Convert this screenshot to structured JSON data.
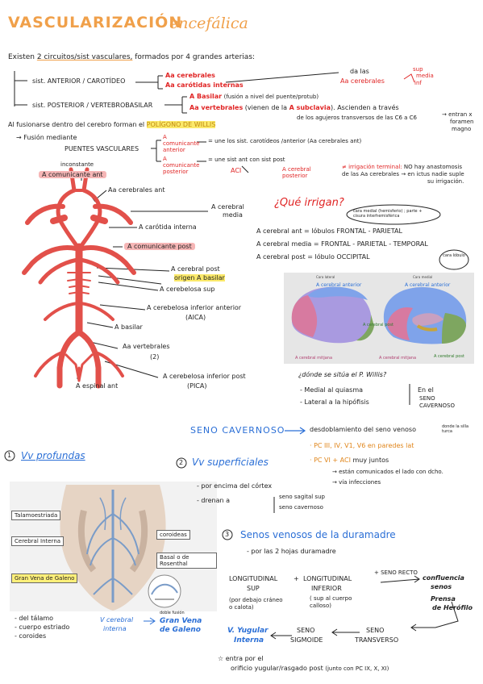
{
  "title": {
    "part1": "VASCULARIZACIÓN",
    "part2": "encefálica"
  },
  "intro": {
    "existen": "Existen",
    "circuits": "2 circuitos/sist vasculares,",
    "rest": "formados por 4 grandes arterias:"
  },
  "anterior": {
    "label": "sist. ANTERIOR / CAROTÍDEO",
    "red1": "Aa cerebrales",
    "red2": "Aa carótidas internas",
    "dalas": "da las",
    "aacer": "Aa cerebrales",
    "sup": "sup",
    "media": "media",
    "inf": "inf"
  },
  "posterior": {
    "label": "sist. POSTERIOR / VERTEBROBASILAR",
    "a_basilar": "A Basilar",
    "basilar_note": "(fusión a nivel del puente/protub)",
    "aa_vert": "Aa vertebrales",
    "vert_note1": "(vienen de la",
    "vert_note2": "A subclavia",
    "vert_note3": "). Ascienden a través",
    "vert_note4": "de los agujeros transversos de las C6 a C6",
    "entran": "→ entran x",
    "foramen": "foramen",
    "magno": "magno"
  },
  "willis": {
    "line1a": "Al fusionarse dentro del cerebro forman el",
    "poligono": "POLÍGONO DE WILLIS",
    "fusion": "→ Fusión mediante",
    "puentes": "PUENTES VASCULARES",
    "comunic_ant": "A comunicante anterior",
    "comunic_ant_txt": "= une los sist. carotídeos /anterior (Aa cerebrales ant)",
    "comunic_post": "A comunicante posterior",
    "comunic_post_txt": "= une sist ant con sist post",
    "aci": "ACI",
    "acp": "A cerebral posterior",
    "irrig1": "≠ irrigación terminal:",
    "irrig2": "NO hay anastomosis",
    "irrig3": "de las Aa cerebrales",
    "irrig4": "→ en ictus nadie suple",
    "irrig5": "su irrigación."
  },
  "diagram_labels": {
    "inconstante": "inconstante",
    "com_ant": "A comunicante ant",
    "cer_ant": "Aa cerebrales ant",
    "cer_media1": "A cerebral",
    "cer_media2": "media",
    "carotida": "A carótida interna",
    "com_post": "A comunicante post",
    "cer_post": "A cerebral post",
    "origen": "origen A basilar",
    "cerebelosa_sup": "A cerebelosa sup",
    "aica1": "A cerebelosa inferior anterior",
    "aica2": "(AICA)",
    "basilar": "A basilar",
    "vert1": "Aa vertebrales",
    "vert2": "(2)",
    "pica1": "A cerebelosa inferior post",
    "pica2": "(PICA)",
    "espinal": "A espinal ant"
  },
  "irrigan": {
    "question": "¿Qué irrigan?",
    "bubble": "cara medial (hemisferio) ; parte + cisura interhemisférica",
    "b1": "A cerebral ant = lóbulos FRONTAL - PARIETAL",
    "b2": "A cerebral media = FRONTAL - PARIETAL - TEMPORAL",
    "b3": "A cerebral post = lóbulo OCCIPITAL",
    "cara_lobulo": "cara lóbulo"
  },
  "brain": {
    "cara_lateral": "Cara lateral",
    "cara_medial": "Cara medial",
    "cer_anterior": "A cerebral anterior",
    "cer_anterior2": "A cerebral anterior",
    "cer_post": "A cerebral post",
    "media1": "A cerebral mitjana",
    "media2": "A cerebral mitjana",
    "cer_post2": "A cerebral post"
  },
  "donde": {
    "question": "¿dónde se sitúa el P. Willis?",
    "l1": "- Medial al quiasma",
    "l2": "- Lateral a la hipófisis",
    "r1": "En el",
    "r2": "SENO",
    "r3": "CAVERNOSO"
  },
  "seno": {
    "title": "SENO CAVERNOSO",
    "desc": "desdoblamiento del seno venoso",
    "donde": "donde la silla turca",
    "pc1": "· PC III, IV, V1, V6 en paredes lat",
    "pc2a": "· PC VI + ACI",
    "pc2b": "muy juntos",
    "note1": "→ están comunicados el lado con dcho.",
    "note2": "→ vía infecciones"
  },
  "vv_prof": {
    "num": "1",
    "title": "Vv profundas",
    "box1": "Talamoestriada",
    "box2": "Cerebral Interna",
    "box3": "Gran Vena de Galeno",
    "box4": "coroideas",
    "box5": "Basal o de Rosenthal",
    "d1": "- del tálamo",
    "d2": "- cuerpo estriado",
    "d3": "- coroides",
    "vci1": "V cerebral",
    "vci2": "interna",
    "dobl": "doble fusión",
    "galeno1": "Gran Vena",
    "galeno2": "de Galeno"
  },
  "vv_sup": {
    "num": "2",
    "title": "Vv superficiales",
    "s1": "- por encima del córtex",
    "s2": "- drenan a",
    "s3": "seno sagital sup",
    "s4": "seno cavernoso"
  },
  "senos": {
    "num": "3",
    "title": "Senos venosos de la duramadre",
    "sub": "- por las 2 hojas duramadre",
    "long_sup1": "LONGITUDINAL",
    "long_sup2": "SUP",
    "plus": "+",
    "long_inf1": "LONGITUDINAL",
    "long_inf2": "INFERIOR",
    "recto": "+ SENO RECTO",
    "debajo": "(por debajo cráneo o calota)",
    "sup_al": "( sup al cuerpo calloso)",
    "conf1": "confluencia",
    "conf2": "senos",
    "prensa1": "Prensa",
    "prensa2": "de Herófilo",
    "yug1": "V. Yugular",
    "yug2": "Interna",
    "sig1": "SENO",
    "sig2": "SIGMOIDE",
    "trans1": "SENO",
    "trans2": "TRANSVERSO",
    "entra1": "entra por el",
    "entra2": "orificio yugular/rasgado post",
    "entra3": "(junto con PC IX, X, XI)"
  },
  "colors": {
    "orange": "#f0a04a",
    "red": "#e02525",
    "blue": "#2b6fd6",
    "artery": "#e2504a",
    "yellow": "#f7ef5a",
    "pink": "#f6b6b6"
  }
}
